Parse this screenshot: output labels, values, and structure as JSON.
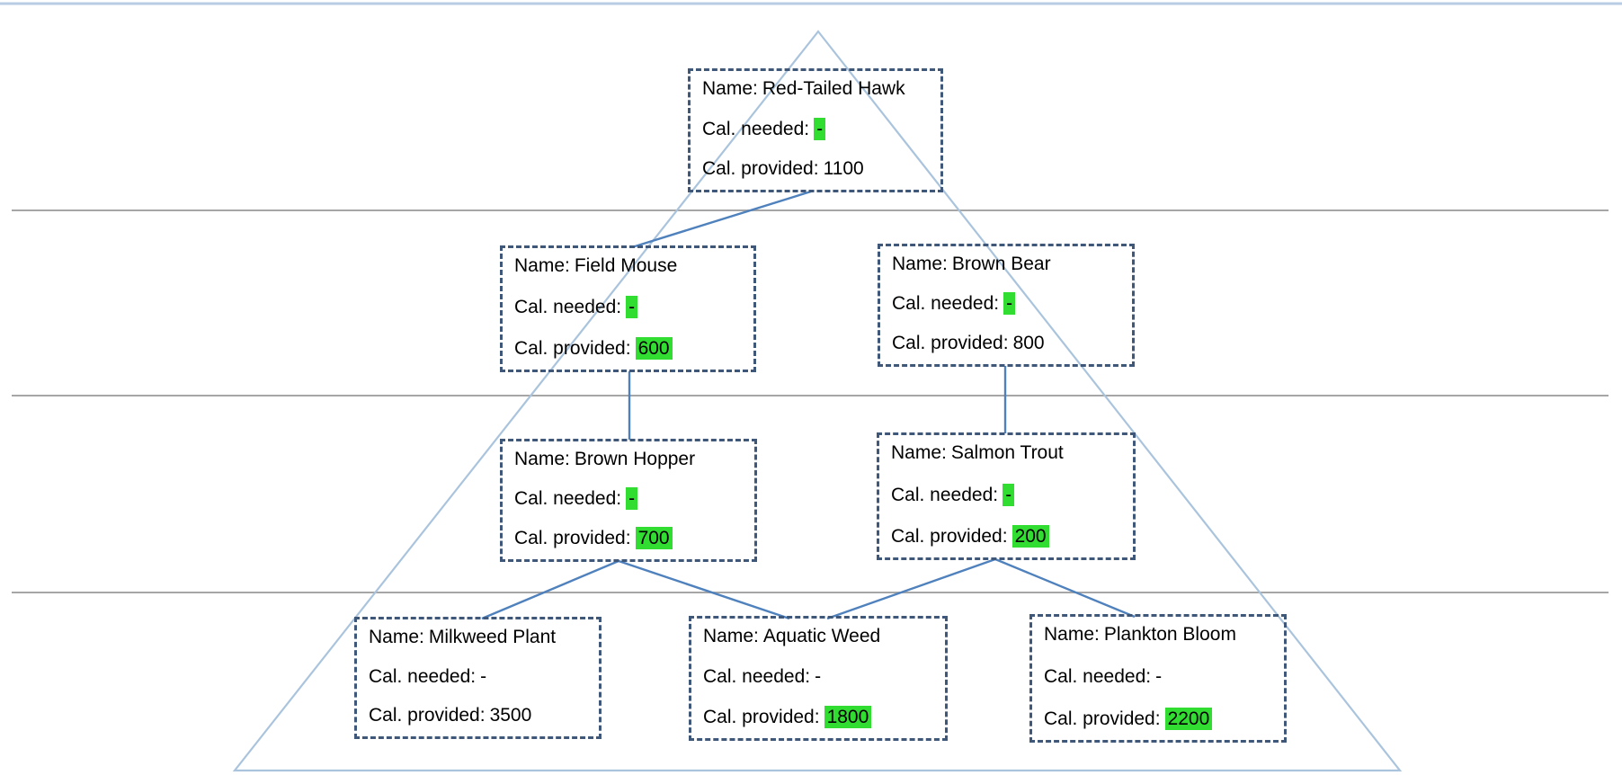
{
  "diagram": {
    "kind": "energy-pyramid-food-web",
    "levels_count": 4,
    "labels": {
      "name": "Name:",
      "needed": "Cal. needed:",
      "provided": "Cal. provided:"
    },
    "organisms": [
      {
        "name": "Red-Tailed Hawk",
        "level": 4,
        "cal_needed": "-",
        "cal_needed_highlighted": "true",
        "cal_provided": "1100",
        "cal_provided_highlighted": "false"
      },
      {
        "name": "Field Mouse",
        "level": 3,
        "cal_needed": "-",
        "cal_needed_highlighted": "true",
        "cal_provided": "600",
        "cal_provided_highlighted": "true"
      },
      {
        "name": "Brown Bear",
        "level": 3,
        "cal_needed": "-",
        "cal_needed_highlighted": "true",
        "cal_provided": "800",
        "cal_provided_highlighted": "false"
      },
      {
        "name": "Brown Hopper",
        "level": 2,
        "cal_needed": "-",
        "cal_needed_highlighted": "true",
        "cal_provided": "700",
        "cal_provided_highlighted": "true"
      },
      {
        "name": "Salmon Trout",
        "level": 2,
        "cal_needed": "-",
        "cal_needed_highlighted": "true",
        "cal_provided": "200",
        "cal_provided_highlighted": "true"
      },
      {
        "name": "Milkweed Plant",
        "level": 1,
        "cal_needed": "-",
        "cal_needed_highlighted": "false",
        "cal_provided": "3500",
        "cal_provided_highlighted": "false"
      },
      {
        "name": "Aquatic Weed",
        "level": 1,
        "cal_needed": "-",
        "cal_needed_highlighted": "false",
        "cal_provided": "1800",
        "cal_provided_highlighted": "true"
      },
      {
        "name": "Plankton Bloom",
        "level": 1,
        "cal_needed": "-",
        "cal_needed_highlighted": "false",
        "cal_provided": "2200",
        "cal_provided_highlighted": "true"
      }
    ],
    "edges": [
      {
        "from": "Red-Tailed Hawk",
        "to": "Field Mouse"
      },
      {
        "from": "Field Mouse",
        "to": "Brown Hopper"
      },
      {
        "from": "Brown Bear",
        "to": "Salmon Trout"
      },
      {
        "from": "Brown Hopper",
        "to": "Milkweed Plant"
      },
      {
        "from": "Brown Hopper",
        "to": "Aquatic Weed"
      },
      {
        "from": "Salmon Trout",
        "to": "Aquatic Weed"
      },
      {
        "from": "Salmon Trout",
        "to": "Plankton Bloom"
      }
    ],
    "colors": {
      "box_border": "#3f5778",
      "connector_edge": "#4f81bd",
      "pyramid_outline": "#aac4dd",
      "level_divider": "#a6a6a6",
      "top_border": "#b8cce4",
      "highlight": "#32dd32"
    }
  }
}
